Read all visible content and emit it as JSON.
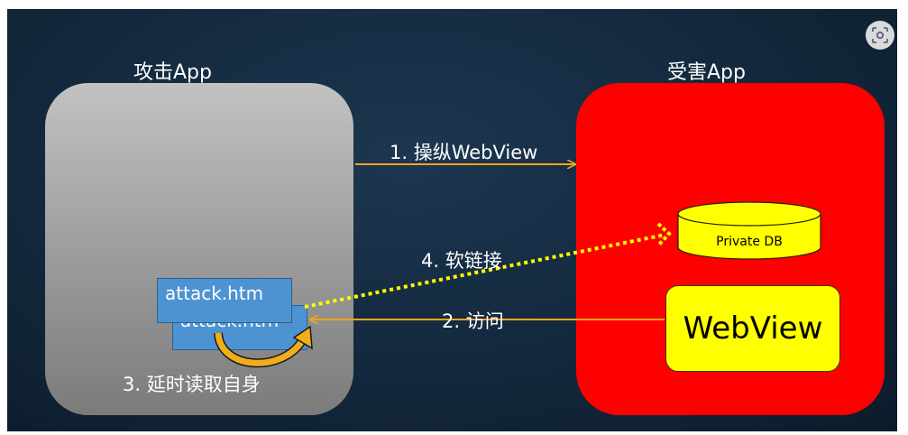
{
  "attacker": {
    "title": "攻击App"
  },
  "victim": {
    "title": "受害App"
  },
  "files": {
    "front": "attack.htm",
    "back": "attack.htm"
  },
  "db": {
    "label": "Private DB"
  },
  "webview": {
    "label": "WebView"
  },
  "steps": {
    "step1": "1. 操纵WebView",
    "step2": "2. 访问",
    "step3": "3. 延时读取自身",
    "step4": "4. 软链接"
  },
  "colors": {
    "slide_bg": "#13283d",
    "attacker_box": "#9a9a9a",
    "victim_box": "#ff0000",
    "file_box": "#4e93d1",
    "highlight_yellow": "#ffff00",
    "arrow_orange": "#f2a51f"
  },
  "icons": {
    "corner_button": "scan-icon"
  }
}
